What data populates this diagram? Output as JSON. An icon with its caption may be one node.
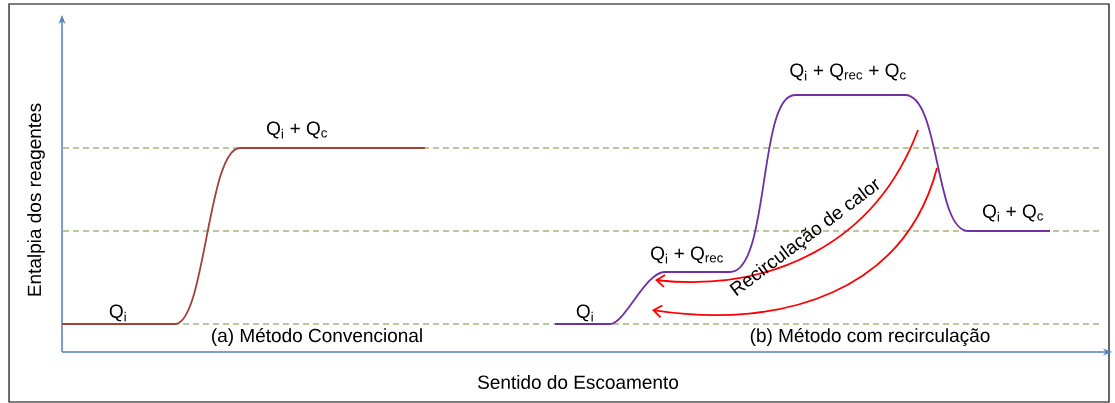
{
  "diagram": {
    "labels": [
      "Q$_{i}$ + Q$_{rec}$ + Q$_{c}$",
      "Q$_{i}$ + Q$_{c}$",
      "Q$_{i}$ + Q$_{c}$",
      "Q$_{i}$ + Q$_{rec}$",
      "Recirculação de calor",
      "Q$_{i}$",
      "Q$_{i}$",
      "(a) Método Convencional",
      "(b) Método com recirculação",
      "Entalpia dos reagentes",
      "Sentido do Escoamento"
    ]
  }
}
